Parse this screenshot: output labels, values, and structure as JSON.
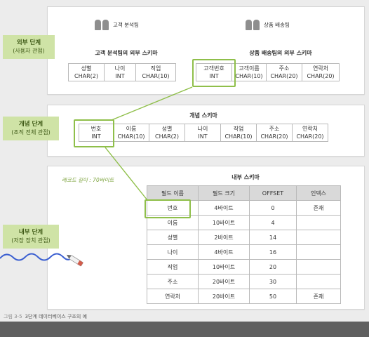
{
  "external": {
    "level_title": "외부 단계",
    "level_sub": "(사용자 관점)",
    "group1_name": "고객 분석팀",
    "group2_name": "상품 배송팀",
    "schema1_title": "고객 분석팀의 외부 스키마",
    "schema2_title": "상품 배송팀의 외부 스키마",
    "schema1_fields": [
      {
        "name": "성별",
        "type": "CHAR(2)"
      },
      {
        "name": "나이",
        "type": "INT"
      },
      {
        "name": "직업",
        "type": "CHAR(10)"
      }
    ],
    "schema2_fields": [
      {
        "name": "고객번호",
        "type": "INT"
      },
      {
        "name": "고객이름",
        "type": "CHAR(10)"
      },
      {
        "name": "주소",
        "type": "CHAR(20)"
      },
      {
        "name": "연락처",
        "type": "CHAR(20)"
      }
    ]
  },
  "conceptual": {
    "level_title": "개념 단계",
    "level_sub": "(조직 전체 관점)",
    "schema_title": "개념 스키마",
    "fields": [
      {
        "name": "번호",
        "type": "INT"
      },
      {
        "name": "이름",
        "type": "CHAR(10)"
      },
      {
        "name": "성별",
        "type": "CHAR(2)"
      },
      {
        "name": "나이",
        "type": "INT"
      },
      {
        "name": "직업",
        "type": "CHAR(10)"
      },
      {
        "name": "주소",
        "type": "CHAR(20)"
      },
      {
        "name": "연락처",
        "type": "CHAR(20)"
      }
    ]
  },
  "internal": {
    "level_title": "내부 단계",
    "level_sub": "(저장 장치 관점)",
    "record_note": "레코드 길이 : 70바이트",
    "schema_title": "내부 스키마",
    "headers": [
      "필드 이름",
      "필드 크기",
      "OFFSET",
      "인덱스"
    ],
    "rows": [
      [
        "번호",
        "4바이트",
        "0",
        "존재"
      ],
      [
        "이름",
        "10바이트",
        "4",
        ""
      ],
      [
        "성별",
        "2바이트",
        "14",
        ""
      ],
      [
        "나이",
        "4바이트",
        "16",
        ""
      ],
      [
        "직업",
        "10바이트",
        "20",
        ""
      ],
      [
        "주소",
        "20바이트",
        "30",
        ""
      ],
      [
        "연락처",
        "20바이트",
        "50",
        "존재"
      ]
    ]
  },
  "caption": {
    "number": "그림 3-5",
    "text": "3단계 데이터베이스 구조의 예"
  },
  "colors": {
    "highlight": "#8fbf4a",
    "level_tag_bg": "#cfe3a6",
    "footer": "#5f5f5f",
    "wave": "#3b5fd1"
  }
}
